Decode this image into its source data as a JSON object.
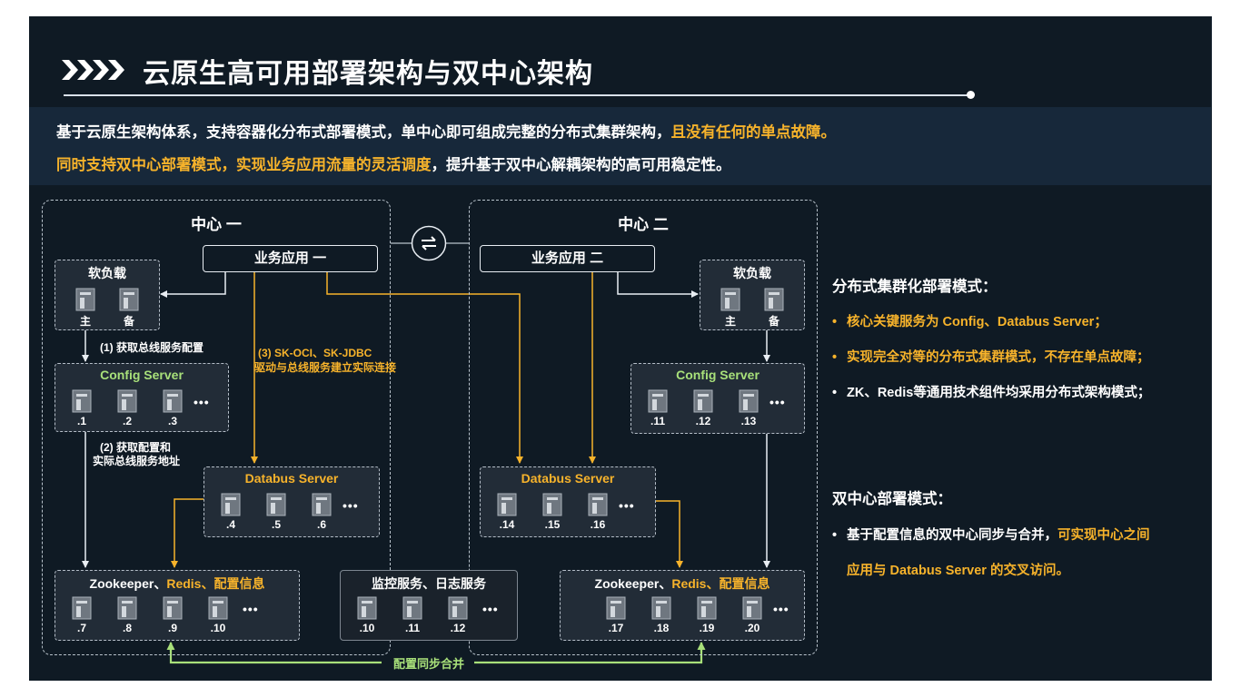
{
  "header": {
    "title": "云原生高可用部署架构与双中心架构"
  },
  "intro": {
    "line1_a": "基于云原生架构体系，支持容器化分布式部署模式，单中心即可组成完整的分布式集群架构，",
    "line1_b": "且没有任何的单点故障。",
    "line2_a": "同时支持双中心部署模式，实现业务应用流量的灵活调度",
    "line2_b": "，提升基于双中心解耦架构的高可用稳定性。"
  },
  "diagram": {
    "center1": {
      "title": "中心 一",
      "app": "业务应用 一",
      "lb": {
        "title": "软负载",
        "primary": "主",
        "backup": "备"
      },
      "config": {
        "title": "Config Server",
        "nodes": [
          ".1",
          ".2",
          ".3"
        ]
      },
      "databus": {
        "title": "Databus Server",
        "nodes": [
          ".4",
          ".5",
          ".6"
        ]
      },
      "zk": {
        "title_a": "Zookeeper、",
        "title_b": "Redis、",
        "title_c": "配置信息",
        "nodes": [
          ".7",
          ".8",
          ".9",
          ".10"
        ]
      }
    },
    "center2": {
      "title": "中心 二",
      "app": "业务应用 二",
      "lb": {
        "title": "软负载",
        "primary": "主",
        "backup": "备"
      },
      "config": {
        "title": "Config Server",
        "nodes": [
          ".11",
          ".12",
          ".13"
        ]
      },
      "databus": {
        "title": "Databus Server",
        "nodes": [
          ".14",
          ".15",
          ".16"
        ]
      },
      "zk": {
        "title_a": "Zookeeper、",
        "title_b": "Redis、",
        "title_c": "配置信息",
        "nodes": [
          ".17",
          ".18",
          ".19",
          ".20"
        ]
      }
    },
    "monitor": {
      "title": "监控服务、日志服务",
      "nodes": [
        ".10",
        ".11",
        ".12"
      ]
    },
    "ellipsis": "•••",
    "steps": {
      "step1": "(1) 获取总线服务配置",
      "step2_a": "(2) 获取配置和",
      "step2_b": "实际总线服务地址",
      "step3_a": "(3) SK-OCI、SK-JDBC",
      "step3_b": "驱动与总线服务建立实际连接"
    },
    "sync_label": "配置同步合并",
    "colors": {
      "yellow": "#f7b32b",
      "green": "#a8e07a",
      "line": "#e9eef3"
    }
  },
  "right_panel": {
    "section1": {
      "heading": "分布式集群化部署模式：",
      "items": [
        {
          "bullet": "•",
          "text": "核心关键服务为 Config、Databus Server；",
          "color": "yellow"
        },
        {
          "bullet": "•",
          "text": "实现完全对等的分布式集群模式，不存在单点故障；",
          "color": "yellow"
        },
        {
          "bullet": "•",
          "text": "ZK、Redis等通用技术组件均采用分布式架构模式；",
          "color": "white"
        }
      ]
    },
    "section2": {
      "heading": "双中心部署模式：",
      "item_a": "基于配置信息的双中心同步与合并，",
      "item_b": "可实现中心之间",
      "item_c": "应用与 Databus Server 的交叉访问。",
      "bullet": "•"
    }
  }
}
